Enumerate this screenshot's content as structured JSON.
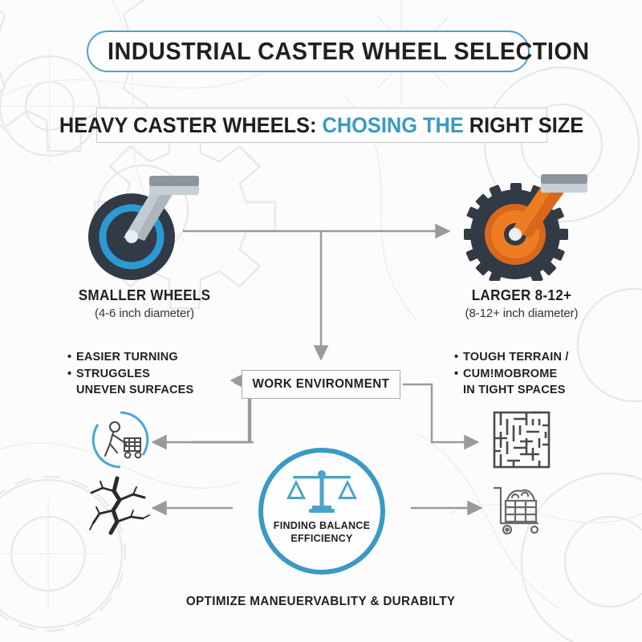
{
  "header": {
    "title": "INDUSTRIAL CASTER WHEEL SELECTION",
    "icon": "caster-wheel-icon",
    "border_color": "#4aa3cc"
  },
  "subtitle": {
    "part1": "HEAVY CASTER WHEELS: ",
    "highlight": "CHOSING THE",
    "part2": " RIGHT SIZE",
    "highlight_color": "#3a9ac4"
  },
  "left_branch": {
    "icon": "small-caster-wheel-icon",
    "label": "SMALLER WHEELS",
    "sublabel": "(4-6 inch diameter)",
    "bullets": [
      {
        "line1": "EASIER TURNING",
        "line2": ""
      },
      {
        "line1": "STRUGGLES",
        "line2": "UNEVEN SURFACES"
      }
    ],
    "icons": [
      {
        "name": "worker-pushing-cart-icon"
      },
      {
        "name": "cracked-ground-icon"
      }
    ]
  },
  "right_branch": {
    "icon": "large-caster-wheel-icon",
    "label": "LARGER 8-12+",
    "sublabel": "(8-12+ inch diameter)",
    "bullets": [
      {
        "line1": "TOUGH TERRAIN /",
        "line2": ""
      },
      {
        "line1": "CUM!MOBROME",
        "line2": "IN TIGHT SPACES"
      }
    ],
    "icons": [
      {
        "name": "maze-icon"
      },
      {
        "name": "loaded-hand-truck-icon"
      }
    ]
  },
  "center": {
    "work_environment_label": "WORK ENVIRONMENT",
    "balance_icon": "balance-scale-icon",
    "balance_line1": "FINDING BALANCE",
    "balance_line2": "EFFICIENCY",
    "circle_color": "#3a9ac4"
  },
  "footer": {
    "text": "OPTIMIZE MANEUERVABLITY & DURABILTY"
  },
  "palette": {
    "accent_blue": "#3a9ac4",
    "accent_orange": "#ee7d22",
    "dark": "#323a45",
    "background": "#fcfcfc",
    "arrow_grey": "#9a9a9a"
  }
}
